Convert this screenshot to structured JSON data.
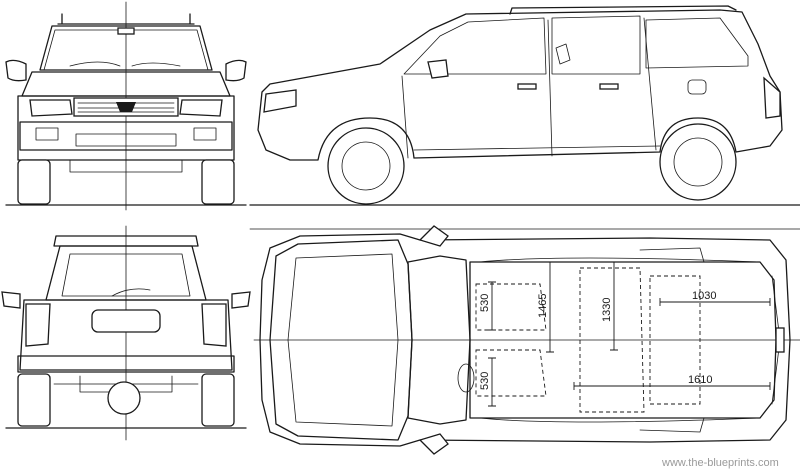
{
  "views": {
    "front": "front-view",
    "side": "side-view",
    "rear": "rear-view",
    "top": "top-view"
  },
  "dimensions": {
    "d530_upper": "530",
    "d1465": "1465",
    "d1330": "1330",
    "d1030": "1030",
    "d530_lower": "530",
    "d1610": "1610"
  },
  "watermark": "www.the-blueprints.com"
}
